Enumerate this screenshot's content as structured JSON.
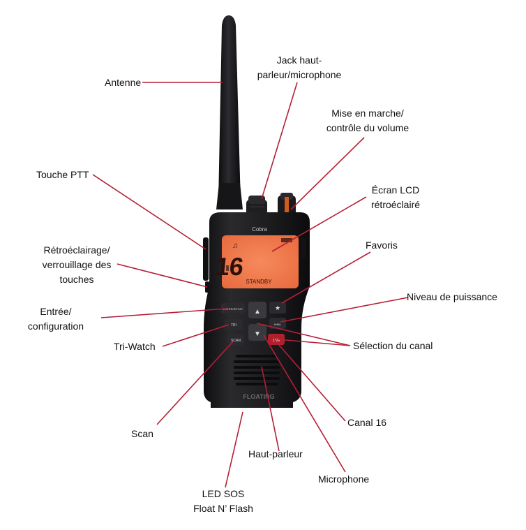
{
  "colors": {
    "leader_line": "#b41f37",
    "radio_body": "#1b1b1d",
    "lcd": "#f07a4e"
  },
  "radio": {
    "brand": "Cobra",
    "channel": "16",
    "status": "STANDBY",
    "body_text": "FLOATING",
    "buttons": {
      "enter": "ENTER/SETUP",
      "triwatch": "TRI",
      "scan": "SCAN",
      "ch16": "16/9",
      "hilo": "H/M/L",
      "favorite": "★",
      "up": "▲",
      "down": "▼"
    }
  },
  "labels": {
    "antenne": "Antenne",
    "jack_line1": "Jack haut-",
    "jack_line2": "parleur/microphone",
    "mise_line1": "Mise en marche/",
    "mise_line2": "contrôle du volume",
    "ptt": "Touche PTT",
    "lcd_line1": "Écran LCD",
    "lcd_line2": "rétroéclairé",
    "favoris": "Favoris",
    "retro_line1": "Rétroéclairage/",
    "retro_line2": "verrouillage des",
    "retro_line3": "touches",
    "niveau": "Niveau de puissance",
    "entree_line1": "Entrée/",
    "entree_line2": "configuration",
    "triwatch": "Tri-Watch",
    "selection": "Sélection du canal",
    "scan": "Scan",
    "canal16": "Canal 16",
    "haut_parleur": "Haut-parleur",
    "microphone": "Microphone",
    "led_line1": "LED SOS",
    "led_line2": "Float N’ Flash"
  }
}
